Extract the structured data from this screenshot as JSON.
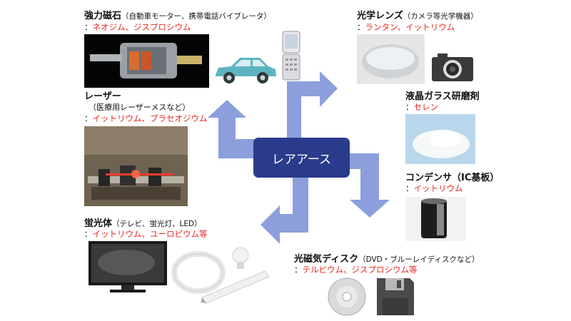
{
  "center": {
    "label": "レアアース"
  },
  "sections": {
    "magnet": {
      "title": "強力磁石",
      "note": "（自動車モーター、携帯電話バイブレータ）",
      "elements": "ネオジム、ジスプロシウム"
    },
    "laser": {
      "title": "レーザー",
      "note": "（医療用レーザーメスなど）",
      "elements": "イットリウム、プラセオジウム"
    },
    "phosphor": {
      "title": "蛍光体",
      "note": "（テレビ、蛍光灯、LED）",
      "elements": "イットリウム、ユーロピウム等"
    },
    "lens": {
      "title": "光学レンズ",
      "note": "（カメラ等光学機器）",
      "elements": "ランタン、イットリウム"
    },
    "polish": {
      "title": "液晶ガラス研磨剤",
      "elements": "セレン"
    },
    "capacitor": {
      "title": "コンデンサ（IC基板）",
      "elements": "イットリウム"
    },
    "disc": {
      "title": "光磁気ディスク",
      "note": "（DVD・ブルーレイディスクなど）",
      "elements": "テルビウム、ジスプロシウム等"
    }
  },
  "colon": "：",
  "colors": {
    "center": "#2b3b8c",
    "arrow": "#8c9fdc",
    "element_text": "#e8271d"
  },
  "icons": [
    "motor-photo",
    "car-icon",
    "cellphone-icon",
    "laser-setup-photo",
    "tv-icon",
    "fluorescent-ring-icon",
    "light-bulb-icon",
    "fluorescent-tube-icon",
    "lens-photo",
    "camera-icon",
    "powder-photo",
    "capacitor-photo",
    "disc-icon",
    "floppy-icon"
  ]
}
